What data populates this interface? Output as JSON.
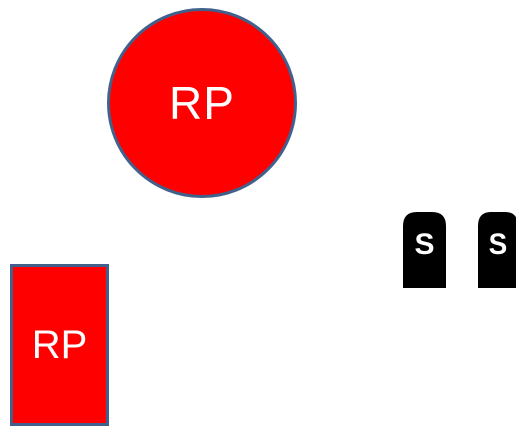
{
  "shapes": {
    "circle_label": "RP",
    "rect_label": "RP",
    "fill_color": "#ff0000",
    "border_color": "#41618c"
  },
  "icons": [
    {
      "name": "s-marker-icon",
      "letter": "S",
      "color": "#000000"
    },
    {
      "name": "s-marker-icon",
      "letter": "S",
      "color": "#000000"
    }
  ]
}
